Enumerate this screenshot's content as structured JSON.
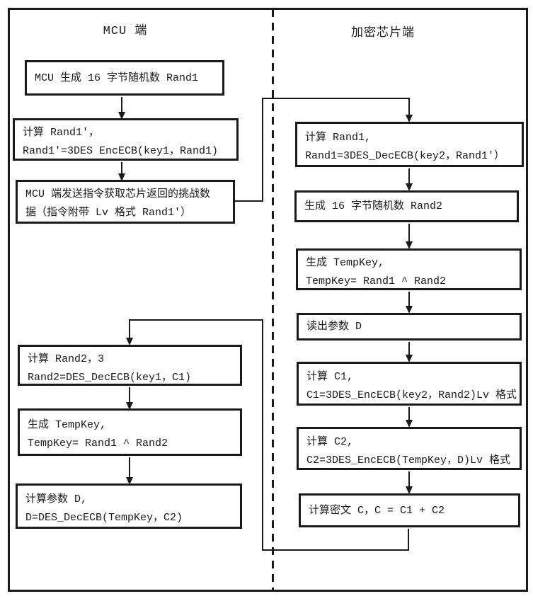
{
  "flowchart": {
    "columns": {
      "left": "MCU 端",
      "right": "加密芯片端"
    },
    "left_boxes": [
      {
        "lines": [
          "MCU 生成 16 字节随机数 Rand1"
        ]
      },
      {
        "lines": [
          "计算 Rand1'，",
          "Rand1'=3DES EncECB(key1，Rand1)"
        ]
      },
      {
        "lines": [
          "MCU 端发送指令获取芯片返回的挑战数",
          "据（指令附带 Lv 格式 Rand1'）"
        ]
      },
      {
        "lines": [
          "计算 Rand2，3",
          "Rand2=DES_DecECB(key1，C1)"
        ]
      },
      {
        "lines": [
          "生成 TempKey,",
          "TempKey= Rand1 ^ Rand2"
        ]
      },
      {
        "lines": [
          "计算参数 D,",
          "D=DES_DecECB(TempKey，C2)"
        ]
      }
    ],
    "right_boxes": [
      {
        "lines": [
          "计算 Rand1,",
          "Rand1=3DES_DecECB(key2，Rand1'）"
        ]
      },
      {
        "lines": [
          "生成 16 字节随机数 Rand2"
        ]
      },
      {
        "lines": [
          "生成 TempKey,",
          "TempKey= Rand1 ^ Rand2"
        ]
      },
      {
        "lines": [
          "读出参数 D"
        ]
      },
      {
        "lines": [
          "计算 C1,",
          "C1=3DES_EncECB(key2，Rand2)Lv 格式"
        ]
      },
      {
        "lines": [
          "计算 C2,",
          "C2=3DES_EncECB(TempKey，D)Lv 格式"
        ]
      },
      {
        "lines": [
          "计算密文 C，C = C1 + C2"
        ]
      }
    ],
    "colors": {
      "line": "#1a1a1a",
      "background": "#ffffff"
    }
  }
}
